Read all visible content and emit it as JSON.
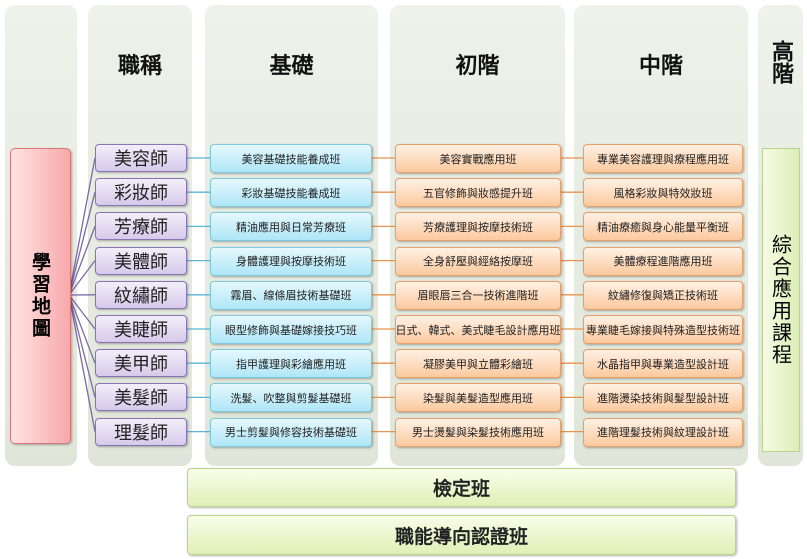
{
  "headers": {
    "titles": "職稱",
    "basic": "基礎",
    "beginner": "初階",
    "intermediate": "中階",
    "advanced": "高階"
  },
  "map_label": "學習地圖",
  "advanced_course": "綜合應用課程",
  "rows": [
    {
      "title": "美容師",
      "basic": "美容基礎技能養成班",
      "beginner": "美容實戰應用班",
      "intermediate": "專業美容護理與療程應用班"
    },
    {
      "title": "彩妝師",
      "basic": "彩妝基礎技能養成班",
      "beginner": "五官修飾與妝感提升班",
      "intermediate": "風格彩妝與特效妝班"
    },
    {
      "title": "芳療師",
      "basic": "精油應用與日常芳療班",
      "beginner": "芳療護理與按摩技術班",
      "intermediate": "精油療癒與身心能量平衡班"
    },
    {
      "title": "美體師",
      "basic": "身體護理與按摩技術班",
      "beginner": "全身舒壓與經絡按摩班",
      "intermediate": "美體療程進階應用班"
    },
    {
      "title": "紋繡師",
      "basic": "霧眉、線條眉技術基礎班",
      "beginner": "眉眼唇三合一技術進階班",
      "intermediate": "紋繡修復與矯正技術班"
    },
    {
      "title": "美睫師",
      "basic": "眼型修飾與基礎嫁接技巧班",
      "beginner": "日式、韓式、美式睫毛設計應用班",
      "intermediate": "專業睫毛嫁接與特殊造型技術班"
    },
    {
      "title": "美甲師",
      "basic": "指甲護理與彩繪應用班",
      "beginner": "凝膠美甲與立體彩繪班",
      "intermediate": "水晶指甲與專業造型設計班"
    },
    {
      "title": "美髮師",
      "basic": "洗髮、吹整與剪髮基礎班",
      "beginner": "染髮與美髮造型應用班",
      "intermediate": "進階燙染技術與髮型設計班"
    },
    {
      "title": "理髮師",
      "basic": "男士剪髮與修容技術基礎班",
      "beginner": "男士燙髮與染髮技術應用班",
      "intermediate": "進階理髮技術與紋理設計班"
    }
  ],
  "bottom": {
    "certification": "檢定班",
    "vocational": "職能導向認證班"
  }
}
